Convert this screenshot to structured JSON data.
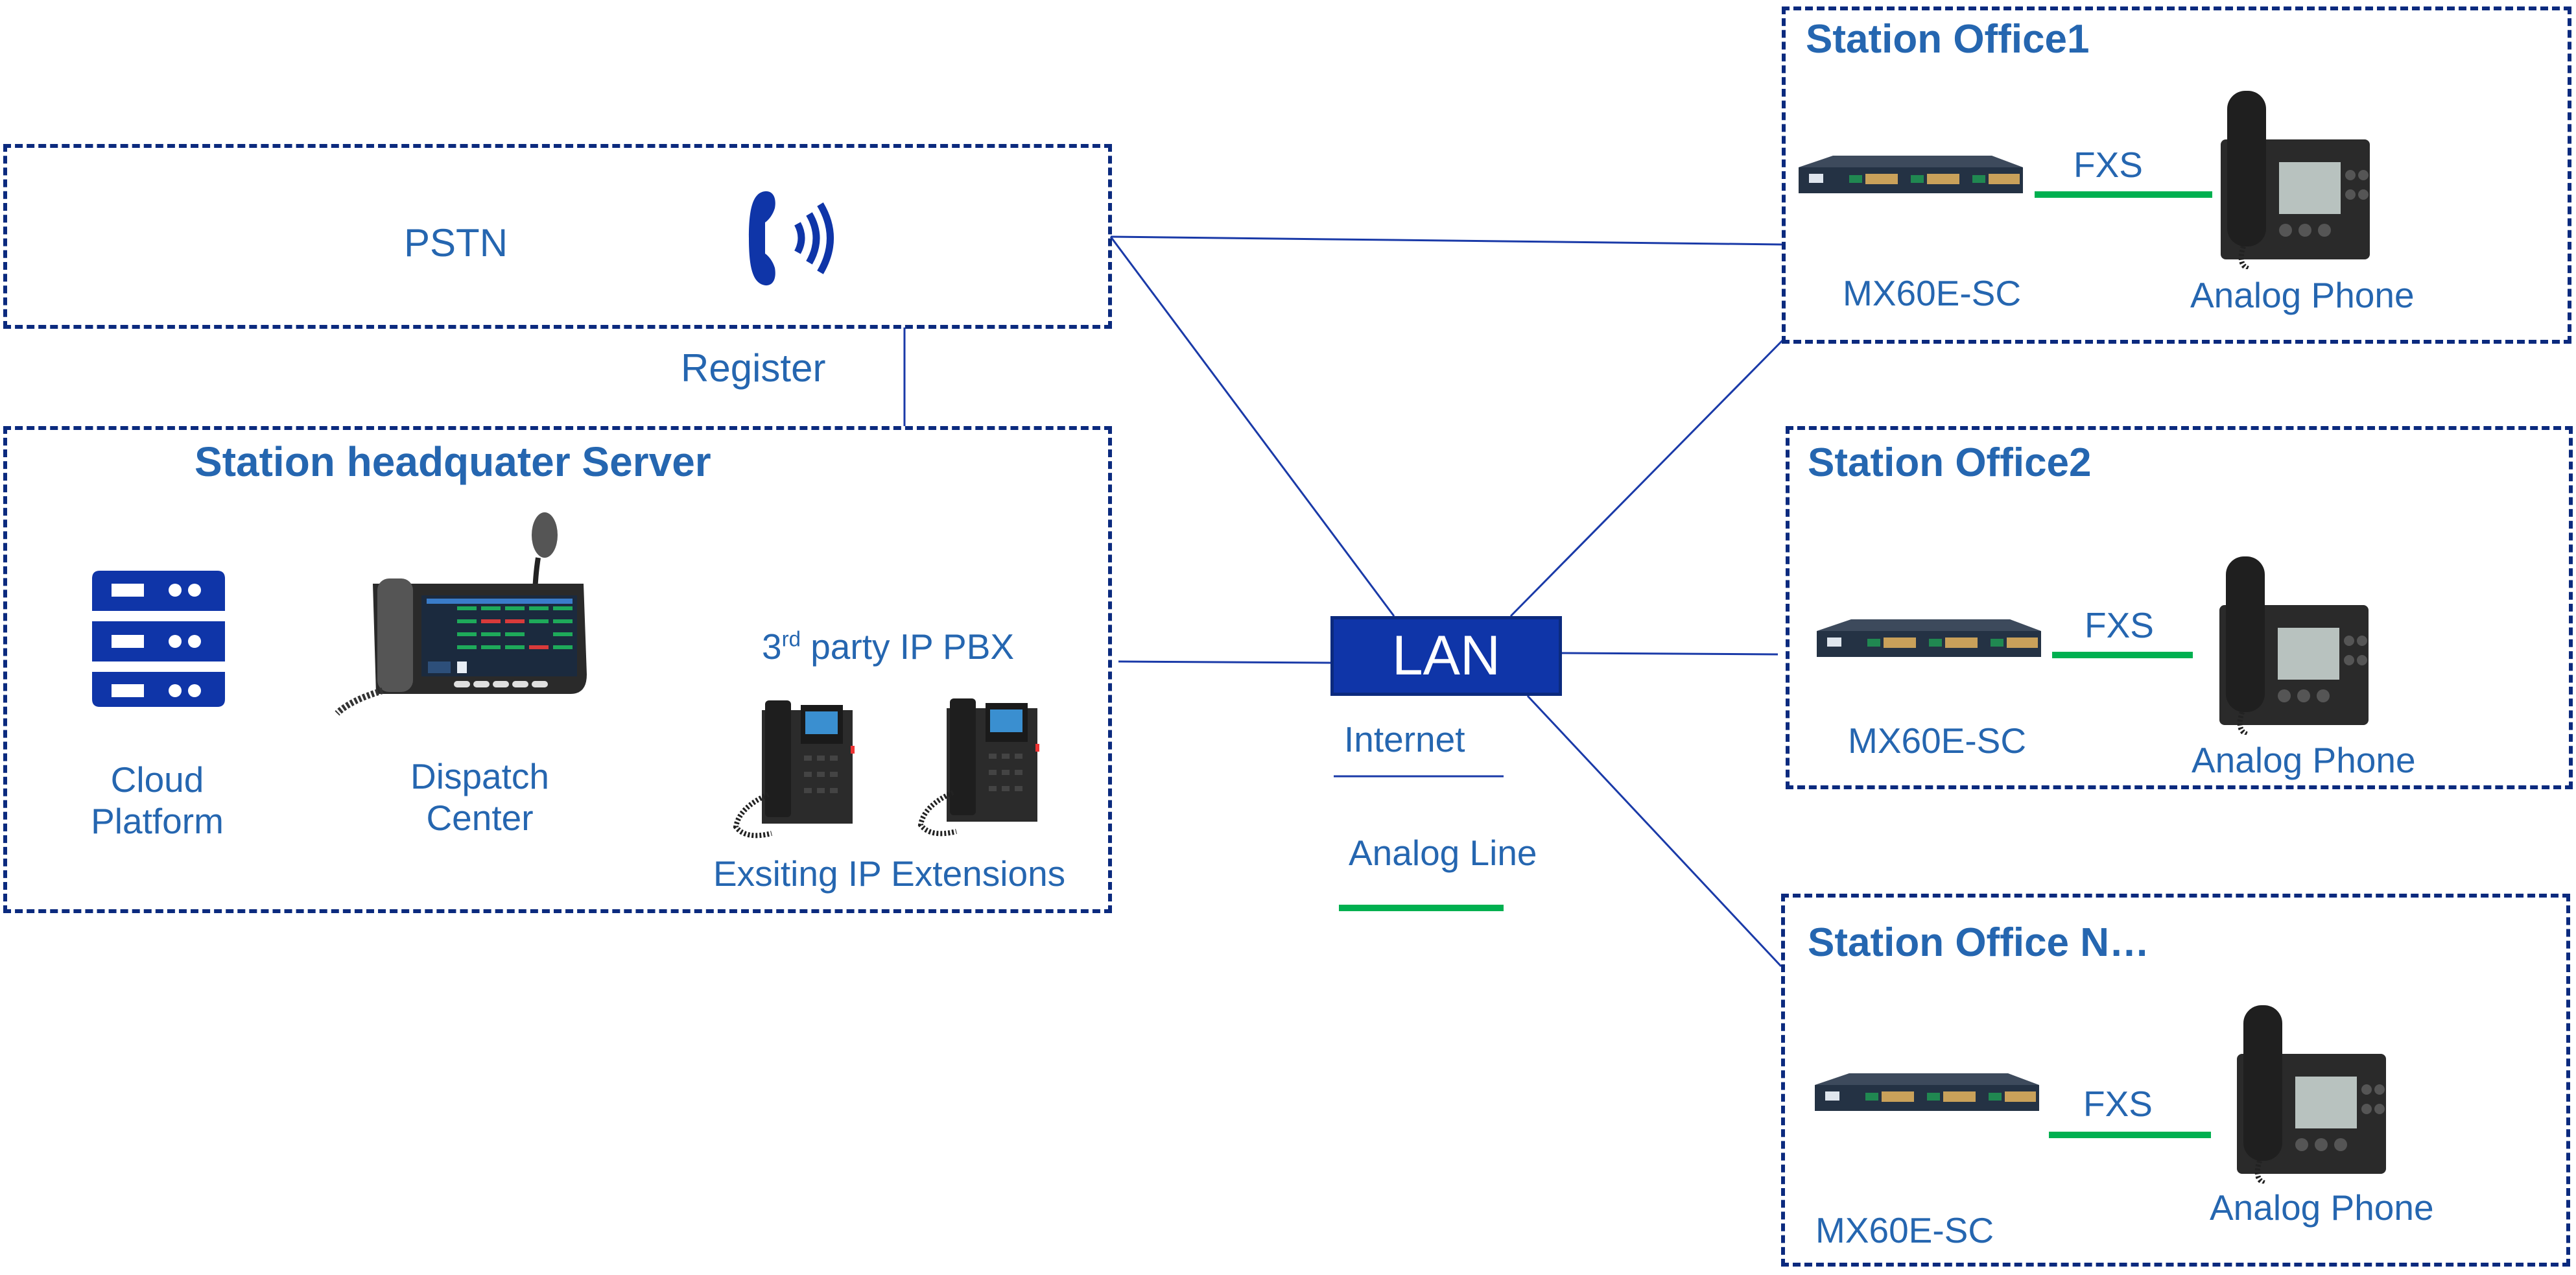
{
  "colors": {
    "internet_line": "#1a3aa8",
    "analog_line": "#00b050",
    "box_border": "#0b2a7e",
    "text": "#2566b0",
    "lan_fill": "#0f35a8",
    "icon_fill": "#0f35a8"
  },
  "pstn": {
    "label": "PSTN",
    "icon": "phone-ringing-icon"
  },
  "register_label": "Register",
  "headquarters": {
    "title": "Station headquater Server",
    "cloud": {
      "line1": "Cloud",
      "line2": "Platform",
      "icon": "server-stack-icon"
    },
    "dispatch": {
      "line1": "Dispatch",
      "line2": "Center",
      "icon": "dispatch-console-icon"
    },
    "pbx": {
      "prefix": "3",
      "superscript": "rd",
      "suffix": " party IP PBX"
    },
    "extensions_label": "Exsiting IP Extensions"
  },
  "lan": {
    "label": "LAN"
  },
  "legend": [
    {
      "label": "Internet",
      "line_type": "internet"
    },
    {
      "label": "Analog Line",
      "line_type": "analog"
    }
  ],
  "offices": [
    {
      "title": "Station Office1",
      "gateway_label": "MX60E-SC",
      "link_label": "FXS",
      "phone_label": "Analog Phone"
    },
    {
      "title": "Station Office2",
      "gateway_label": "MX60E-SC",
      "link_label": "FXS",
      "phone_label": "Analog Phone"
    },
    {
      "title": "Station Office N…",
      "gateway_label": "MX60E-SC",
      "link_label": "FXS",
      "phone_label": "Analog Phone"
    }
  ]
}
